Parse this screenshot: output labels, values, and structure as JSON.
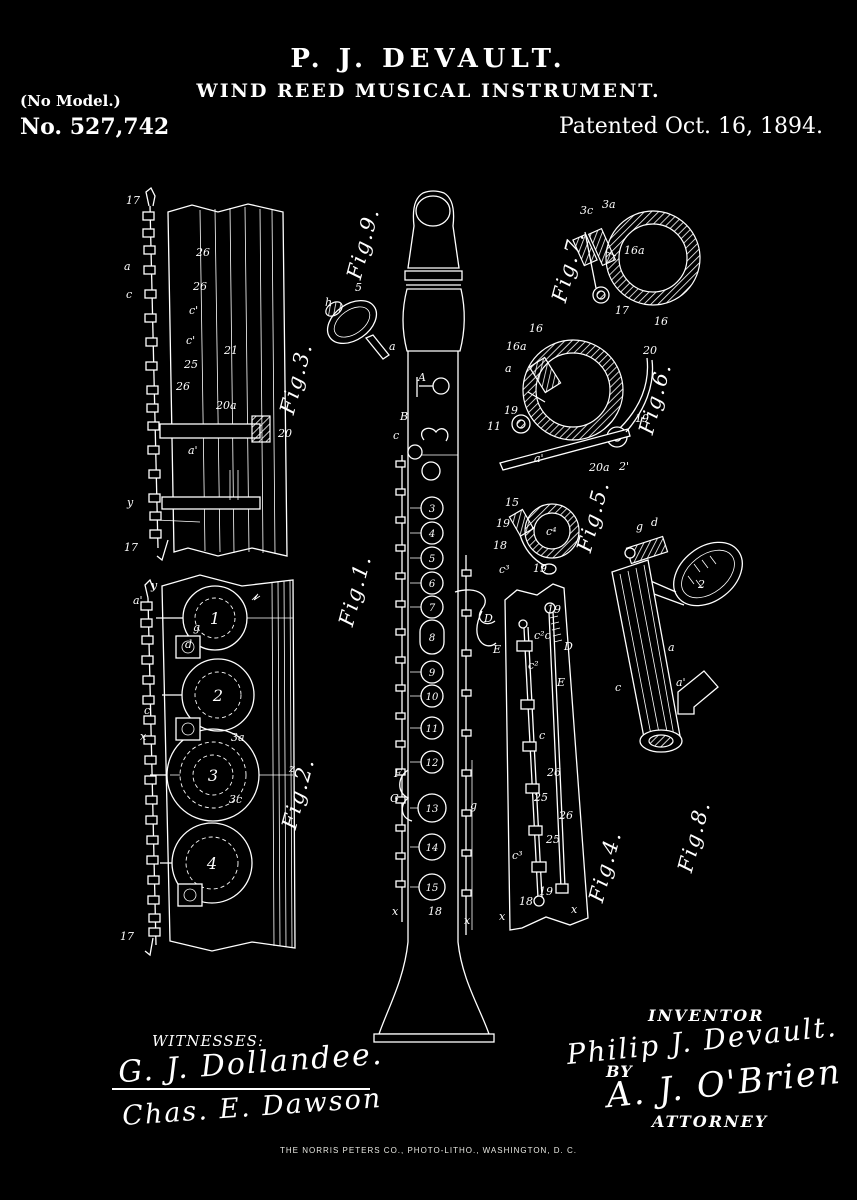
{
  "page": {
    "background": "#000000",
    "ink": "#ffffff"
  },
  "header": {
    "inventor_name": "P. J. DEVAULT.",
    "title": "WIND REED MUSICAL INSTRUMENT.",
    "model_note": "(No Model.)",
    "patent_number": "No. 527,742",
    "patent_date": "Patented Oct. 16, 1894."
  },
  "figures": {
    "fig1": {
      "label": "Fig.1.",
      "key_numbers": [
        "3",
        "4",
        "5",
        "6",
        "7",
        "8",
        "9",
        "10",
        "11",
        "12",
        "13",
        "14",
        "15"
      ],
      "letters": [
        "A",
        "B",
        "c",
        "D",
        "E",
        "F",
        "G",
        "g",
        "18",
        "x",
        "x"
      ]
    },
    "fig2": {
      "label": "Fig.2.",
      "hole_numbers": [
        "1",
        "2",
        "3",
        "4"
      ],
      "refs": [
        "y",
        "a'",
        "g",
        "d",
        "c",
        "x",
        "3a",
        "3c",
        "17",
        "z"
      ]
    },
    "fig3": {
      "label": "Fig.3.",
      "refs": [
        "5",
        "h",
        "a"
      ]
    },
    "fig4": {
      "label": "Fig.4.",
      "refs": [
        "19",
        "c²c",
        "D",
        "c²",
        "E",
        "c",
        "26",
        "25",
        "26",
        "25",
        "c³",
        "18",
        "19",
        "x",
        "x"
      ]
    },
    "fig5": {
      "label": "Fig.5.",
      "refs": [
        "15",
        "19",
        "18",
        "c³",
        "c⁴",
        "19"
      ]
    },
    "fig6": {
      "label": "Fig.6.",
      "refs": [
        "16",
        "16a",
        "a",
        "11",
        "19",
        "20",
        "19",
        "20a",
        "2'",
        "a'"
      ]
    },
    "fig7": {
      "label": "Fig.7.",
      "refs": [
        "3c",
        "3a",
        "16a",
        "17",
        "16"
      ]
    },
    "fig8": {
      "label": "Fig.8.",
      "refs": [
        "g",
        "d",
        "2",
        "a",
        "a'",
        "c"
      ]
    },
    "fig9": {
      "label": "Fig.9.",
      "refs": [
        "17",
        "a",
        "c",
        "26",
        "26",
        "c'",
        "c'",
        "25",
        "26",
        "21",
        "20a",
        "a'",
        "20",
        "y",
        "17"
      ]
    }
  },
  "footer": {
    "witnesses_heading": "WITNESSES:",
    "witness1_signature": "G. J. Dollandee.",
    "witness2_signature": "Chas. E. Dawson",
    "inventor_heading": "INVENTOR",
    "inventor_signature": "Philip J. Devault.",
    "by_label": "BY",
    "attorney_signature": "A. J. O'Brien",
    "attorney_heading": "ATTORNEY",
    "printer_line": "THE NORRIS PETERS CO., PHOTO-LITHO., WASHINGTON, D. C."
  }
}
